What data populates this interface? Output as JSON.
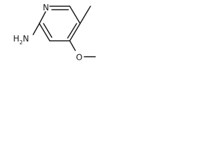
{
  "molecule": {
    "atoms": {
      "ring_nitrogen": "N",
      "amine_h": "H",
      "amine_h_count": "2",
      "amine_n": "N",
      "ether_oxygen": "O"
    },
    "ring_type": "pyridine",
    "bond_style": "skeletal"
  },
  "colors": {
    "stroke": "#1a1a1a",
    "background": "#ffffff"
  }
}
